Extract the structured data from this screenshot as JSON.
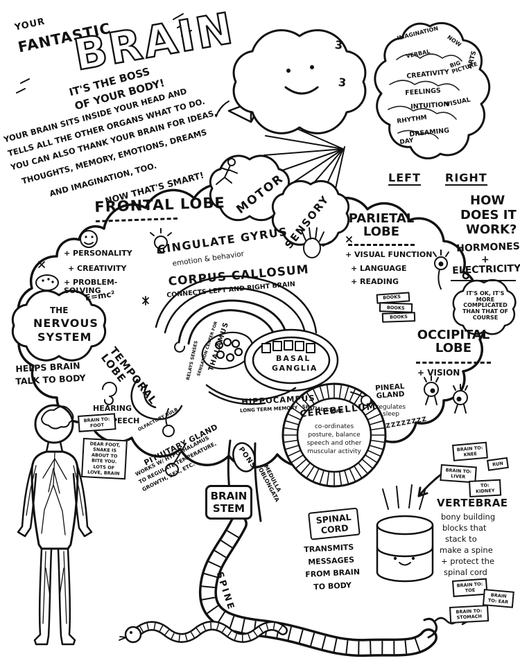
{
  "page": {
    "ink": "#111111",
    "paper": "#ffffff"
  },
  "title": {
    "kicker_line1": "YOUR",
    "kicker_line2": "FANTASTIC",
    "word": "BRAIN",
    "boss_line1": "IT'S THE BOSS",
    "boss_line2": "OF YOUR BODY!",
    "intro": [
      "YOUR BRAIN SITS INSIDE YOUR HEAD AND",
      "TELLS ALL THE OTHER ORGANS WHAT TO DO.",
      "YOU CAN ALSO THANK YOUR BRAIN FOR IDEAS,",
      "THOUGHTS, MEMORY, EMOTIONS, DREAMS",
      "AND IMAGINATION, TOO.",
      "NOW THAT'S SMART!"
    ]
  },
  "hemispheres": {
    "left_label": "LEFT",
    "right_label": "RIGHT",
    "ear_marks": [
      "3",
      "3"
    ],
    "right_words": [
      "IMAGINATION",
      "NOW",
      "ARTS",
      "VERBAL",
      "CREATIVITY",
      "BIG PICTURE",
      "FEELINGS",
      "INTUITION",
      "VISUAL",
      "RHYTHM",
      "DREAMING",
      "DAY"
    ]
  },
  "how_it_works": {
    "title": [
      "HOW",
      "DOES IT",
      "WORK?"
    ],
    "answer": [
      "HORMONES",
      "+",
      "ELECTRICITY"
    ],
    "caveat": "IT'S OK, IT'S MORE COMPLICATED THAN THAT OF COURSE"
  },
  "regions": {
    "motor": "MOTOR",
    "sensory": "SENSORY",
    "frontal": {
      "title": "FRONTAL LOBE",
      "items": [
        "+ PERSONALITY",
        "+ CREATIVITY",
        "+ PROBLEM-SOLVING"
      ]
    },
    "parietal": {
      "title": "PARIETAL LOBE",
      "items": [
        "+ VISUAL FUNCTION",
        "+ LANGUAGE",
        "+ READING"
      ],
      "books": [
        "BOOKS",
        "BOOKS",
        "BOOKS"
      ]
    },
    "occipital": {
      "title": "OCCIPITAL LOBE",
      "items": [
        "+ VISION"
      ]
    },
    "temporal": {
      "title": "TEMPORAL LOBE",
      "items": [
        "HEARING",
        "+ SPEECH"
      ],
      "olfactory": "OLFACTORY BULB"
    },
    "cingulate": {
      "title": "CINGULATE GYRUS",
      "sub": "emotion & behavior"
    },
    "corpus": {
      "title": "CORPUS CALLOSUM",
      "sub": "CONNECTS LEFT AND RIGHT BRAIN"
    },
    "thalamus": {
      "title": "THALAMUS",
      "sub1": "SENSATION CENTER FOR",
      "sub2": "RELAYS SENSES"
    },
    "basal": {
      "title_line1": "BASAL",
      "title_line2": "GANGLIA"
    },
    "hippocampus": {
      "title": "HIPPOCAMPUS",
      "sub1": "LONG TERM MEMORY",
      "sub2": "SPATIAL STUFF"
    },
    "pituitary": {
      "title": "PITUITARY GLAND",
      "sub": [
        "WORKS W/ HYPOTHALAMUS",
        "TO REGULATE TEMPERATURE,",
        "GROWTH, SEX, ETC."
      ]
    },
    "pineal": {
      "title": "PINEAL GLAND",
      "sub": "regulates sleep",
      "zzz": "ZZZZZZZZ"
    },
    "cerebellum": {
      "title": "CEREBELLUM",
      "sub": [
        "co-ordinates",
        "posture, balance",
        "speech and other",
        "muscular activity"
      ]
    },
    "pons": "PONS",
    "medulla": "MEDULLA OBLONGATA",
    "brainstem": [
      "BRAIN",
      "STEM"
    ]
  },
  "nervous_system": {
    "title": [
      "THE",
      "NERVOUS",
      "SYSTEM"
    ],
    "sub": [
      "HELPS BRAIN",
      "TALK TO BODY"
    ],
    "formula": "E=mc²",
    "foot_tag": "BRAIN TO: FOOT",
    "letter": "DEAR FOOT, SNAKE IS ABOUT TO BITE YOU. LOTS OF LOVE, BRAIN"
  },
  "spine": {
    "cord_title": [
      "SPINAL",
      "CORD"
    ],
    "cord_sub": [
      "TRANSMITS",
      "MESSAGES",
      "FROM BRAIN",
      "TO BODY"
    ],
    "spine_label": "SPINE",
    "vertebrae_title": "VERTEBRAE",
    "vertebrae_sub": [
      "bony building",
      "blocks that",
      "stack to",
      "make a spine",
      "+ protect the",
      "spinal cord"
    ]
  },
  "message_tags": [
    "BRAIN TO: KNEE",
    "BRAIN TO: LIVER",
    "RUN",
    "TO: KIDNEY",
    "BRAIN TO: TOE",
    "BRAIN TO: EAR",
    "BRAIN TO: STOMACH"
  ]
}
